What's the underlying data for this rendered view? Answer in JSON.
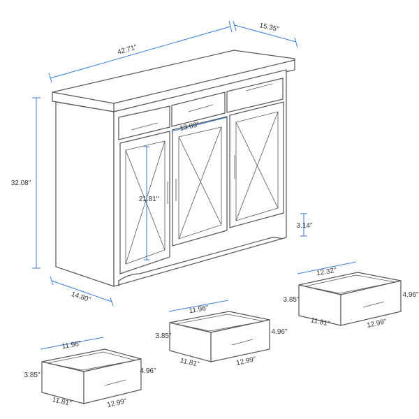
{
  "cabinet": {
    "width": "42.71\"",
    "depth_top": "15.35\"",
    "height": "32.08\"",
    "depth_base": "14.80\"",
    "inner_width": "13.03\"",
    "door_height": "21.81\"",
    "toe_kick": "3.14\""
  },
  "drawers": [
    {
      "top_width": "11.96\"",
      "inner_height": "3.85\"",
      "height": "4.96\"",
      "inner_depth": "11.81\"",
      "depth": "12.99\""
    },
    {
      "top_width": "11.96\"",
      "inner_height": "3.85\"",
      "height": "4.96\"",
      "inner_depth": "11.81\"",
      "depth": "12.99\""
    },
    {
      "top_width": "12.32\"",
      "inner_height": "3.85\"",
      "height": "4.96\"",
      "inner_depth": "11.81\"",
      "depth": "12.99\""
    }
  ],
  "colors": {
    "dimension_line": "#3a7bd5",
    "outline": "#555555"
  }
}
